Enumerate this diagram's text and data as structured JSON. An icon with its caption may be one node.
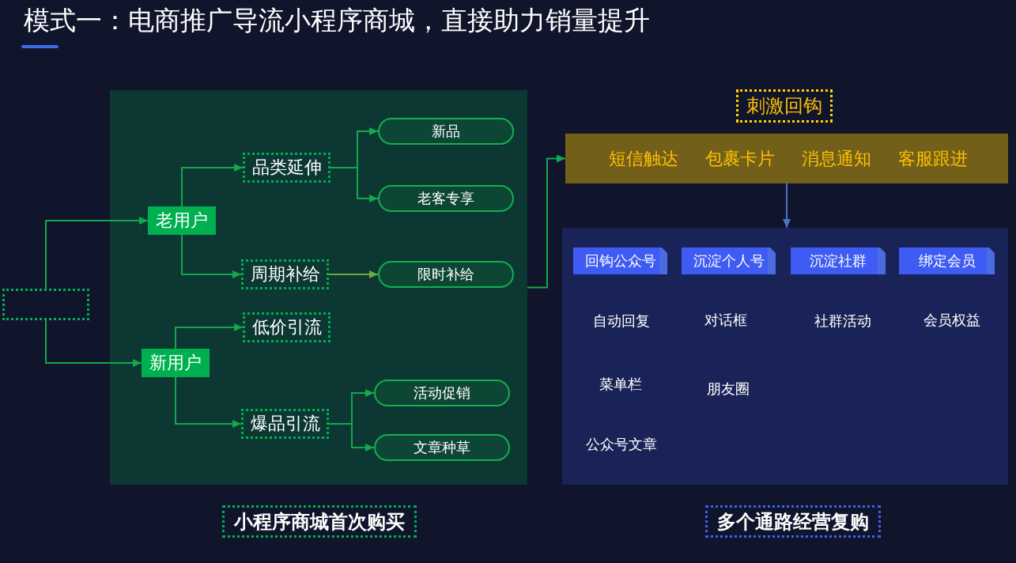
{
  "diagram": {
    "title": "模式一：电商推广导流小程序商城，直接助力销量提升",
    "nodes": [
      {
        "text": [],
        "shape": "box"
      },
      {
        "text": [],
        "shape": "box"
      },
      {
        "text": [
          "老用户"
        ],
        "in": 1
      },
      {
        "text": [
          "品类延伸"
        ],
        "in": 1
      },
      {
        "text": [
          "新品"
        ],
        "in": 1
      },
      {
        "text": [
          "老客专享"
        ],
        "in": 1
      },
      {
        "text": [
          "周期补给"
        ],
        "in": 1
      },
      {
        "text": [
          "限时补给"
        ],
        "in": 1
      },
      {
        "text": [
          "新用户"
        ],
        "in": 1
      },
      {
        "text": [
          "低价引流"
        ],
        "in": 1
      },
      {
        "text": [
          "爆品引流"
        ],
        "in": 1
      },
      {
        "text": [
          "活动促销"
        ],
        "in": 1
      },
      {
        "text": [
          "文章种草"
        ],
        "in": 1
      },
      {
        "text": [
          "小程序商城首次购买"
        ]
      },
      {
        "text": [
          "刺激回钩"
        ]
      },
      {
        "text": [
          "短信触达",
          "包裹卡片",
          "消息通知",
          "客服跟进"
        ]
      },
      {
        "text": [],
        "shape": "box"
      },
      {
        "text": [
          "回钩公众号"
        ],
        "in": 16
      },
      {
        "text": [
          "沉淀个人号"
        ],
        "in": 16
      },
      {
        "text": [
          "沉淀社群"
        ],
        "in": 16
      },
      {
        "text": [
          "绑定会员"
        ],
        "in": 16
      },
      {
        "text": [
          "多个通路经营复购"
        ]
      }
    ],
    "edges": [
      {
        "from": 0,
        "to": 2,
        "arrow": "to"
      },
      {
        "from": 0,
        "to": 8,
        "arrow": "to"
      },
      {
        "from": 2,
        "to": 3,
        "arrow": "to"
      },
      {
        "from": 2,
        "to": 6,
        "arrow": "to"
      },
      {
        "from": 3,
        "to": 4,
        "arrow": "to"
      },
      {
        "from": 3,
        "to": 5,
        "arrow": "to"
      },
      {
        "from": 6,
        "to": 7,
        "arrow": "to",
        "color": "#6fa83c"
      },
      {
        "from": 8,
        "to": 9,
        "arrow": "to"
      },
      {
        "from": 8,
        "to": 10,
        "arrow": "to"
      },
      {
        "from": 10,
        "to": 11,
        "arrow": "to"
      },
      {
        "from": 10,
        "to": 12,
        "arrow": "to"
      },
      {
        "from": 1,
        "to": 15,
        "arrow": "to"
      },
      {
        "from": 15,
        "to": 16,
        "arrow": "to",
        "color": "#4a74c8"
      }
    ],
    "labels": [
      "自动回复",
      "对话框",
      "社群活动",
      "会员权益",
      "菜单栏",
      "朋友圈",
      "公众号文章"
    ]
  }
}
